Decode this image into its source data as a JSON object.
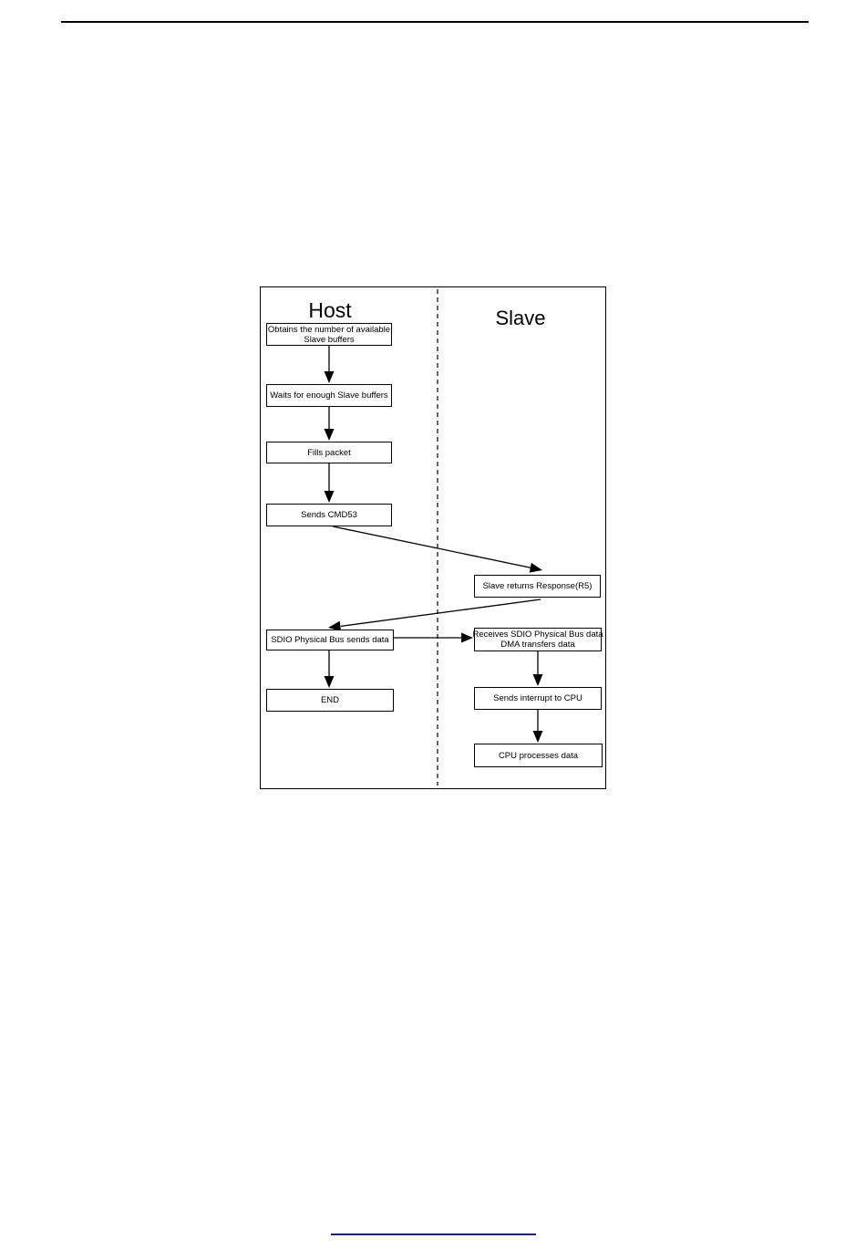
{
  "diagram": {
    "host_title": "Host",
    "slave_title": "Slave",
    "nodes": {
      "obtain_buffers": {
        "lines": [
          "Obtains the number of available",
          "Slave buffers"
        ]
      },
      "wait_buffers": {
        "lines": [
          "Waits for enough Slave buffers"
        ]
      },
      "fill_packet": {
        "lines": [
          "Fills packet"
        ]
      },
      "send_cmd53": {
        "lines": [
          "Sends CMD53"
        ]
      },
      "slave_response": {
        "lines": [
          "Slave returns Response(R5)"
        ]
      },
      "sdio_sends": {
        "lines": [
          "SDIO Physical Bus sends data"
        ]
      },
      "end": {
        "lines": [
          "END"
        ]
      },
      "receives_data": {
        "lines": [
          "Receives SDIO Physical Bus data",
          "DMA transfers data"
        ]
      },
      "interrupt_cpu": {
        "lines": [
          "Sends interrupt to CPU"
        ]
      },
      "cpu_processes": {
        "lines": [
          "CPU processes data"
        ]
      }
    },
    "arrows": [
      "obtain-buffers-to-wait-buffers",
      "wait-buffers-to-fill-packet",
      "fill-packet-to-send-cmd53",
      "send-cmd53-to-slave-response",
      "slave-response-to-sdio-sends",
      "sdio-sends-to-receives-data",
      "sdio-sends-to-end",
      "receives-data-to-interrupt-cpu",
      "interrupt-cpu-to-cpu-processes"
    ]
  },
  "colors": {
    "line": "#000000",
    "footer_rule": "#1c2478",
    "background": "#ffffff"
  }
}
